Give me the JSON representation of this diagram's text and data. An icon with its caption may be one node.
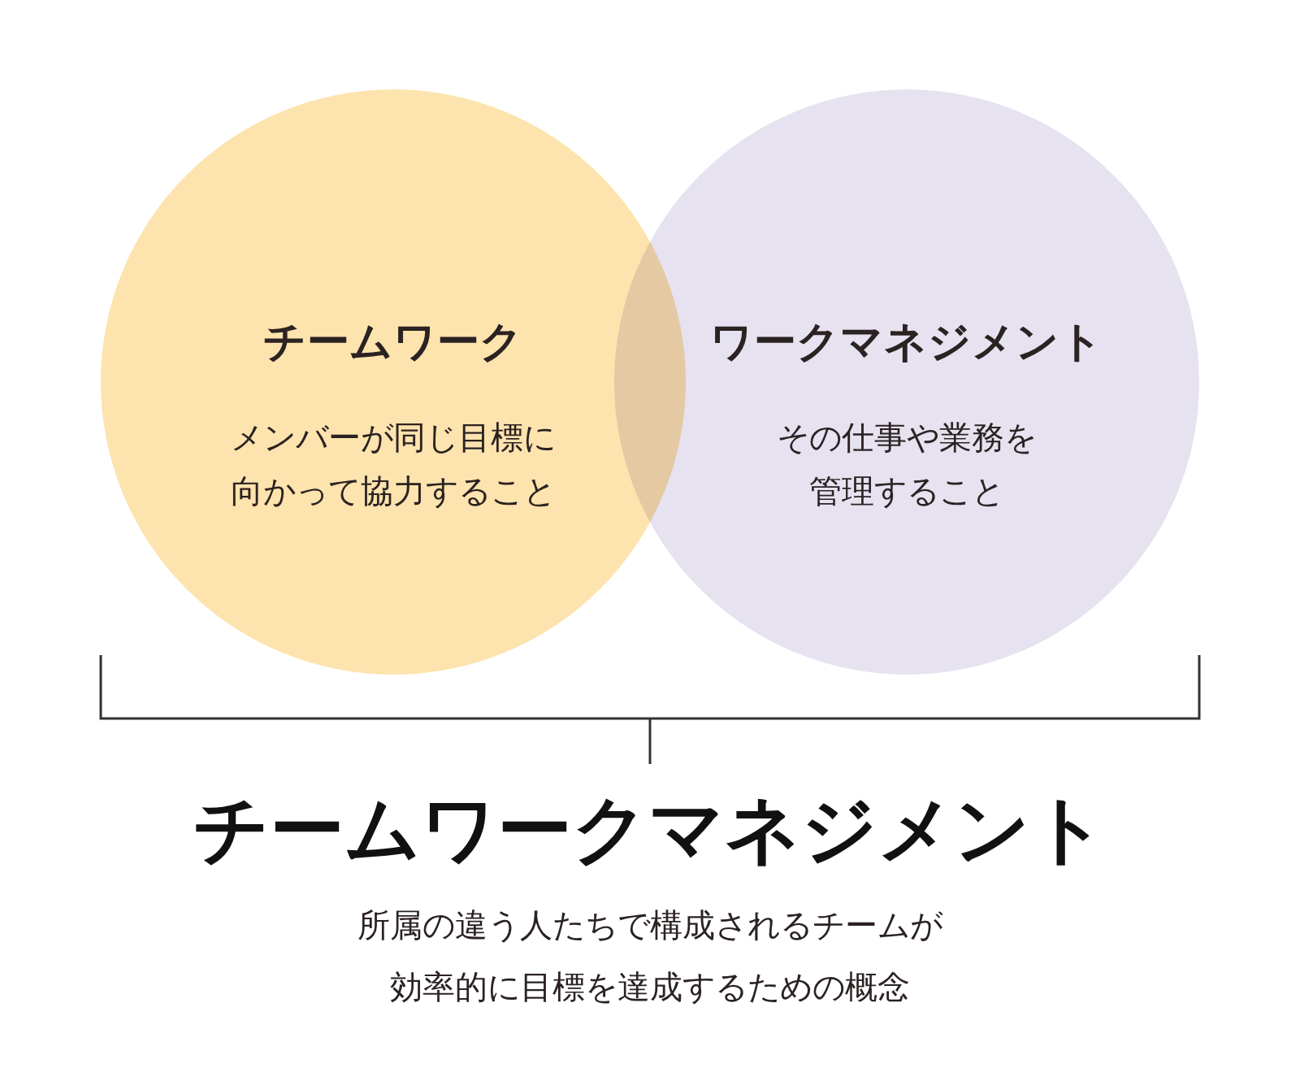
{
  "diagram": {
    "nodes": [
      {
        "text": [
          "チームワーク",
          "メンバーが同じ目標に向かって協力すること"
        ]
      },
      {
        "text": [
          "ワークマネジメント",
          "その仕事や業務を管理すること"
        ]
      }
    ],
    "labels": [
      "チームワークマネジメント",
      "所属の違う人たちで構成されるチームが効率的に目標を達成するための概念"
    ]
  }
}
